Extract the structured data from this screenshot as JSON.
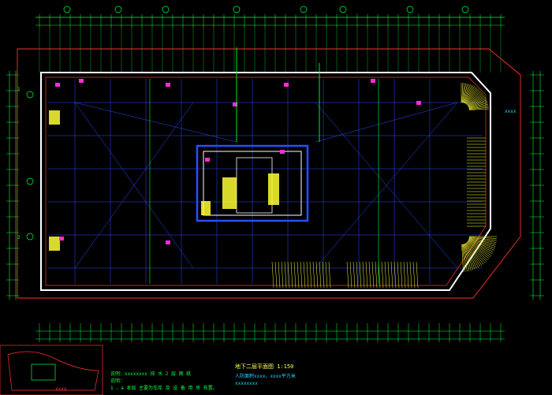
{
  "drawing": {
    "title": "地下二层平面图 1:150",
    "subtitle_1": "人防面积xxxx，xxxx平方米",
    "subtitle_2": "xxxxxxxx"
  },
  "notes": {
    "header": "说明：xxxxxxxx 排 水 2 层 图 纸",
    "line_1": "说明：",
    "line_2": "1 、a  本层 主要为车库 及 设 备 用 房 布置。"
  },
  "labels": {
    "left_marker_a": "1",
    "left_marker_b": "2",
    "right_note": "xxxx",
    "corner_label": "xxxx"
  },
  "colors": {
    "background": "#000000",
    "grid": "#00ff3c",
    "wall": "#ffffff",
    "pipe": "#2a4dff",
    "accent": "#ff2bd6",
    "outline": "#ff3030",
    "stair": "#ffff33"
  }
}
